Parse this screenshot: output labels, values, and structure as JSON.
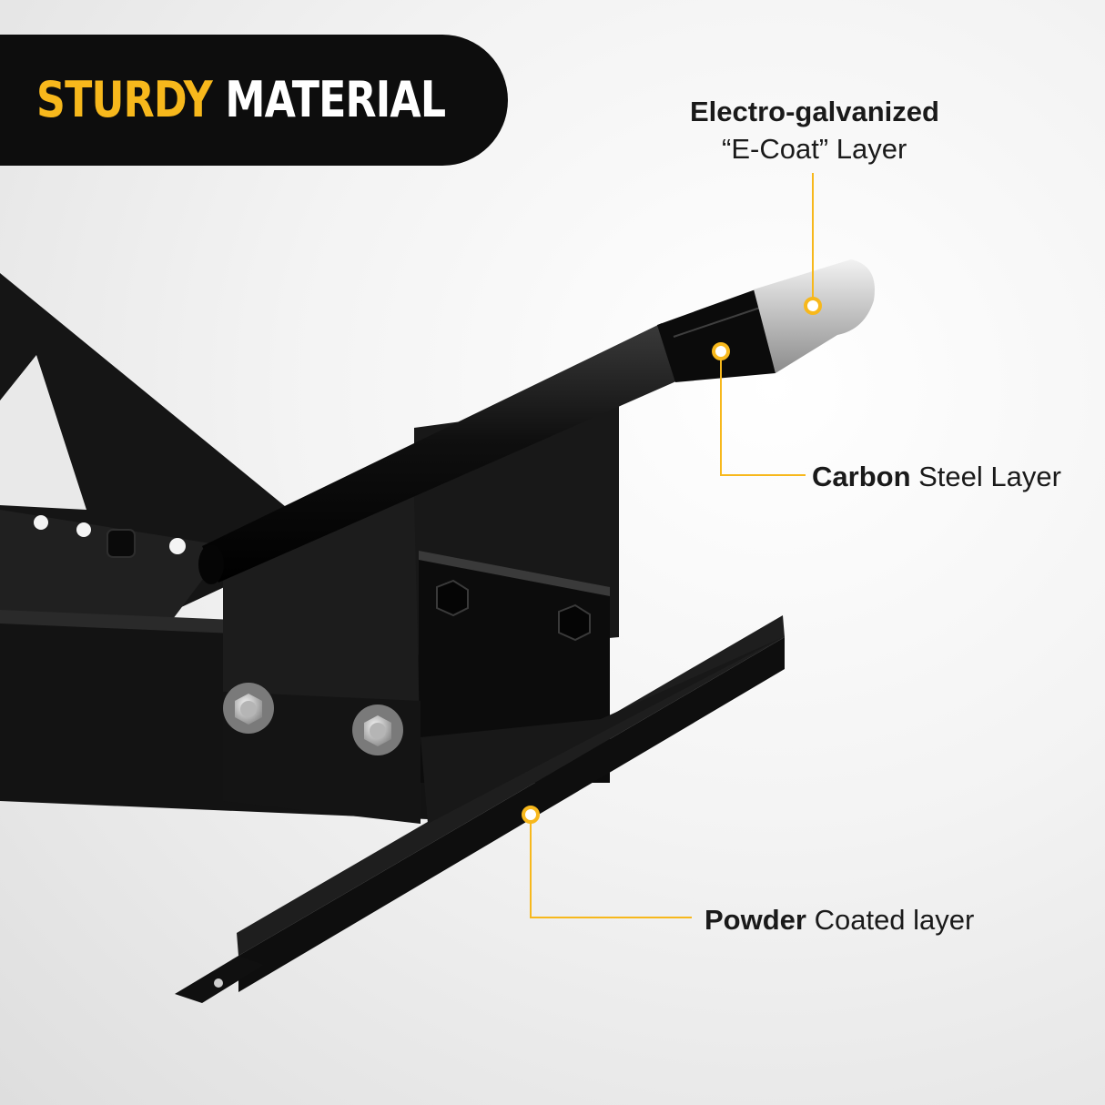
{
  "banner": {
    "title_accent": "STURDY",
    "title_rest": "MATERIAL"
  },
  "callouts": {
    "ecoat": {
      "line1": "Electro-galvanized",
      "line2": "“E-Coat” Layer"
    },
    "carbon": {
      "bold": "Carbon",
      "rest": " Steel Layer"
    },
    "powder": {
      "bold": "Powder",
      "rest": " Coated layer"
    }
  },
  "colors": {
    "accent": "#f7b81c",
    "banner_bg": "#0d0d0d",
    "steel_black": "#141414",
    "silver_tip": "#c9c9c9"
  }
}
